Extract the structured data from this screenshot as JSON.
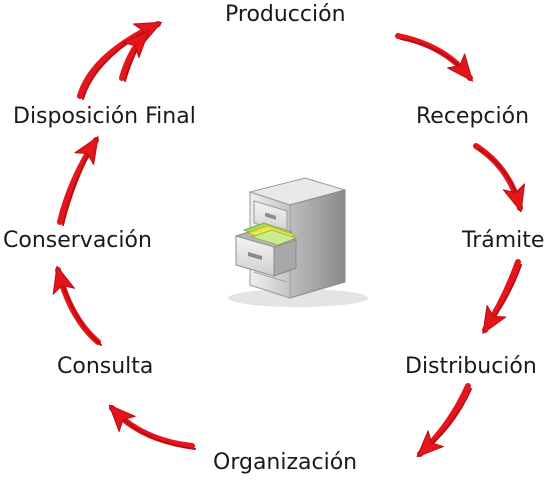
{
  "stages": [
    {
      "label": "Producción"
    },
    {
      "label": "Recepción"
    },
    {
      "label": "Trámite"
    },
    {
      "label": "Distribución"
    },
    {
      "label": "Organización"
    },
    {
      "label": "Consulta"
    },
    {
      "label": "Conservación"
    },
    {
      "label": "Disposición Final"
    }
  ],
  "colors": {
    "arrow": "#e4161b",
    "arrow_dark": "#b80d12",
    "cabinet_light": "#e6e6e6",
    "cabinet_mid": "#b9b9b9",
    "cabinet_dark": "#8e8e8e",
    "folder_green": "#9fdc5a",
    "folder_yellow": "#f3e24a"
  },
  "icons": {
    "center": "file-cabinet-icon",
    "connector": "curved-arrow-icon"
  }
}
